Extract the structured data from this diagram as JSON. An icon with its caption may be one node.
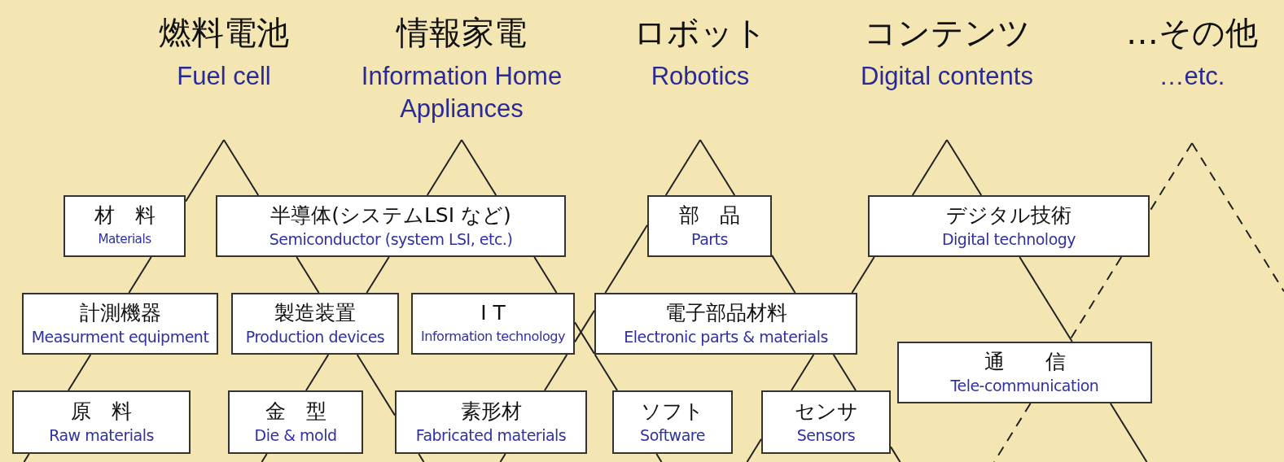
{
  "diagram": {
    "nodes": [
      {
        "text": [
          "燃料電池",
          "Fuel cell"
        ]
      },
      {
        "text": [
          "情報家電",
          "Information Home Appliances"
        ]
      },
      {
        "text": [
          "ロボット",
          "Robotics"
        ]
      },
      {
        "text": [
          "コンテンツ",
          "Digital contents"
        ]
      },
      {
        "text": [
          "…その他",
          "…etc."
        ]
      },
      {
        "text": [
          "材　料",
          "Materials"
        ]
      },
      {
        "text": [
          "半導体(システムLSI など)",
          "Semiconductor (system LSI, etc.)"
        ]
      },
      {
        "text": [
          "部　品",
          "Parts"
        ]
      },
      {
        "text": [
          "デジタル技術",
          "Digital technology"
        ]
      },
      {
        "text": [
          "計測機器",
          "Measurment equipment"
        ]
      },
      {
        "text": [
          "製造装置",
          "Production devices"
        ]
      },
      {
        "text": [
          "I T",
          "Information technology"
        ]
      },
      {
        "text": [
          "電子部品材料",
          "Electronic parts & materials"
        ]
      },
      {
        "text": [
          "通　　信",
          "Tele-communication"
        ]
      },
      {
        "text": [
          "原　料",
          "Raw materials"
        ]
      },
      {
        "text": [
          "金　型",
          "Die & mold"
        ]
      },
      {
        "text": [
          "素形材",
          "Fabricated materials"
        ]
      },
      {
        "text": [
          "ソフト",
          "Software"
        ]
      },
      {
        "text": [
          "センサ",
          "Sensors"
        ]
      }
    ],
    "edges": [
      {
        "from": 0,
        "to": 5,
        "arrow": "none"
      },
      {
        "from": 5,
        "to": 9,
        "arrow": "none"
      },
      {
        "from": 9,
        "to": 14,
        "arrow": "none"
      },
      {
        "from": 14,
        "to": null,
        "arrow": "none"
      },
      {
        "from": 0,
        "to": 6,
        "arrow": "none"
      },
      {
        "from": 6,
        "to": 10,
        "arrow": "none"
      },
      {
        "from": 10,
        "to": 16,
        "arrow": "none"
      },
      {
        "from": 16,
        "to": null,
        "arrow": "none"
      },
      {
        "from": 1,
        "to": 6,
        "arrow": "none"
      },
      {
        "from": 6,
        "to": 10,
        "arrow": "none"
      },
      {
        "from": 10,
        "to": 15,
        "arrow": "none"
      },
      {
        "from": 15,
        "to": null,
        "arrow": "none"
      },
      {
        "from": 1,
        "to": 6,
        "arrow": "none"
      },
      {
        "from": 6,
        "to": 11,
        "arrow": "none"
      },
      {
        "from": 11,
        "to": 12,
        "arrow": "none"
      },
      {
        "from": 12,
        "to": 17,
        "arrow": "none"
      },
      {
        "from": 17,
        "to": null,
        "arrow": "none"
      },
      {
        "from": 2,
        "to": 7,
        "arrow": "none"
      },
      {
        "from": 7,
        "to": 12,
        "arrow": "none"
      },
      {
        "from": 12,
        "to": 11,
        "arrow": "none"
      },
      {
        "from": 11,
        "to": 16,
        "arrow": "none"
      },
      {
        "from": 16,
        "to": null,
        "arrow": "none"
      },
      {
        "from": 2,
        "to": 7,
        "arrow": "none"
      },
      {
        "from": 7,
        "to": 12,
        "arrow": "none"
      },
      {
        "from": 12,
        "to": 18,
        "arrow": "none"
      },
      {
        "from": 18,
        "to": null,
        "arrow": "none"
      },
      {
        "from": 3,
        "to": 8,
        "arrow": "none"
      },
      {
        "from": 8,
        "to": 12,
        "arrow": "none"
      },
      {
        "from": 12,
        "to": 18,
        "arrow": "none"
      },
      {
        "from": 18,
        "to": null,
        "arrow": "none"
      },
      {
        "from": 3,
        "to": 8,
        "arrow": "none"
      },
      {
        "from": 8,
        "to": 13,
        "arrow": "none"
      },
      {
        "from": 13,
        "to": null,
        "arrow": "none"
      },
      {
        "from": 4,
        "to": 8,
        "arrow": "none",
        "style": "dashed"
      },
      {
        "from": 8,
        "to": 13,
        "arrow": "none",
        "style": "dashed"
      },
      {
        "from": 13,
        "to": null,
        "arrow": "none",
        "style": "dashed"
      },
      {
        "from": 4,
        "to": null,
        "arrow": "none",
        "style": "dashed"
      }
    ]
  }
}
